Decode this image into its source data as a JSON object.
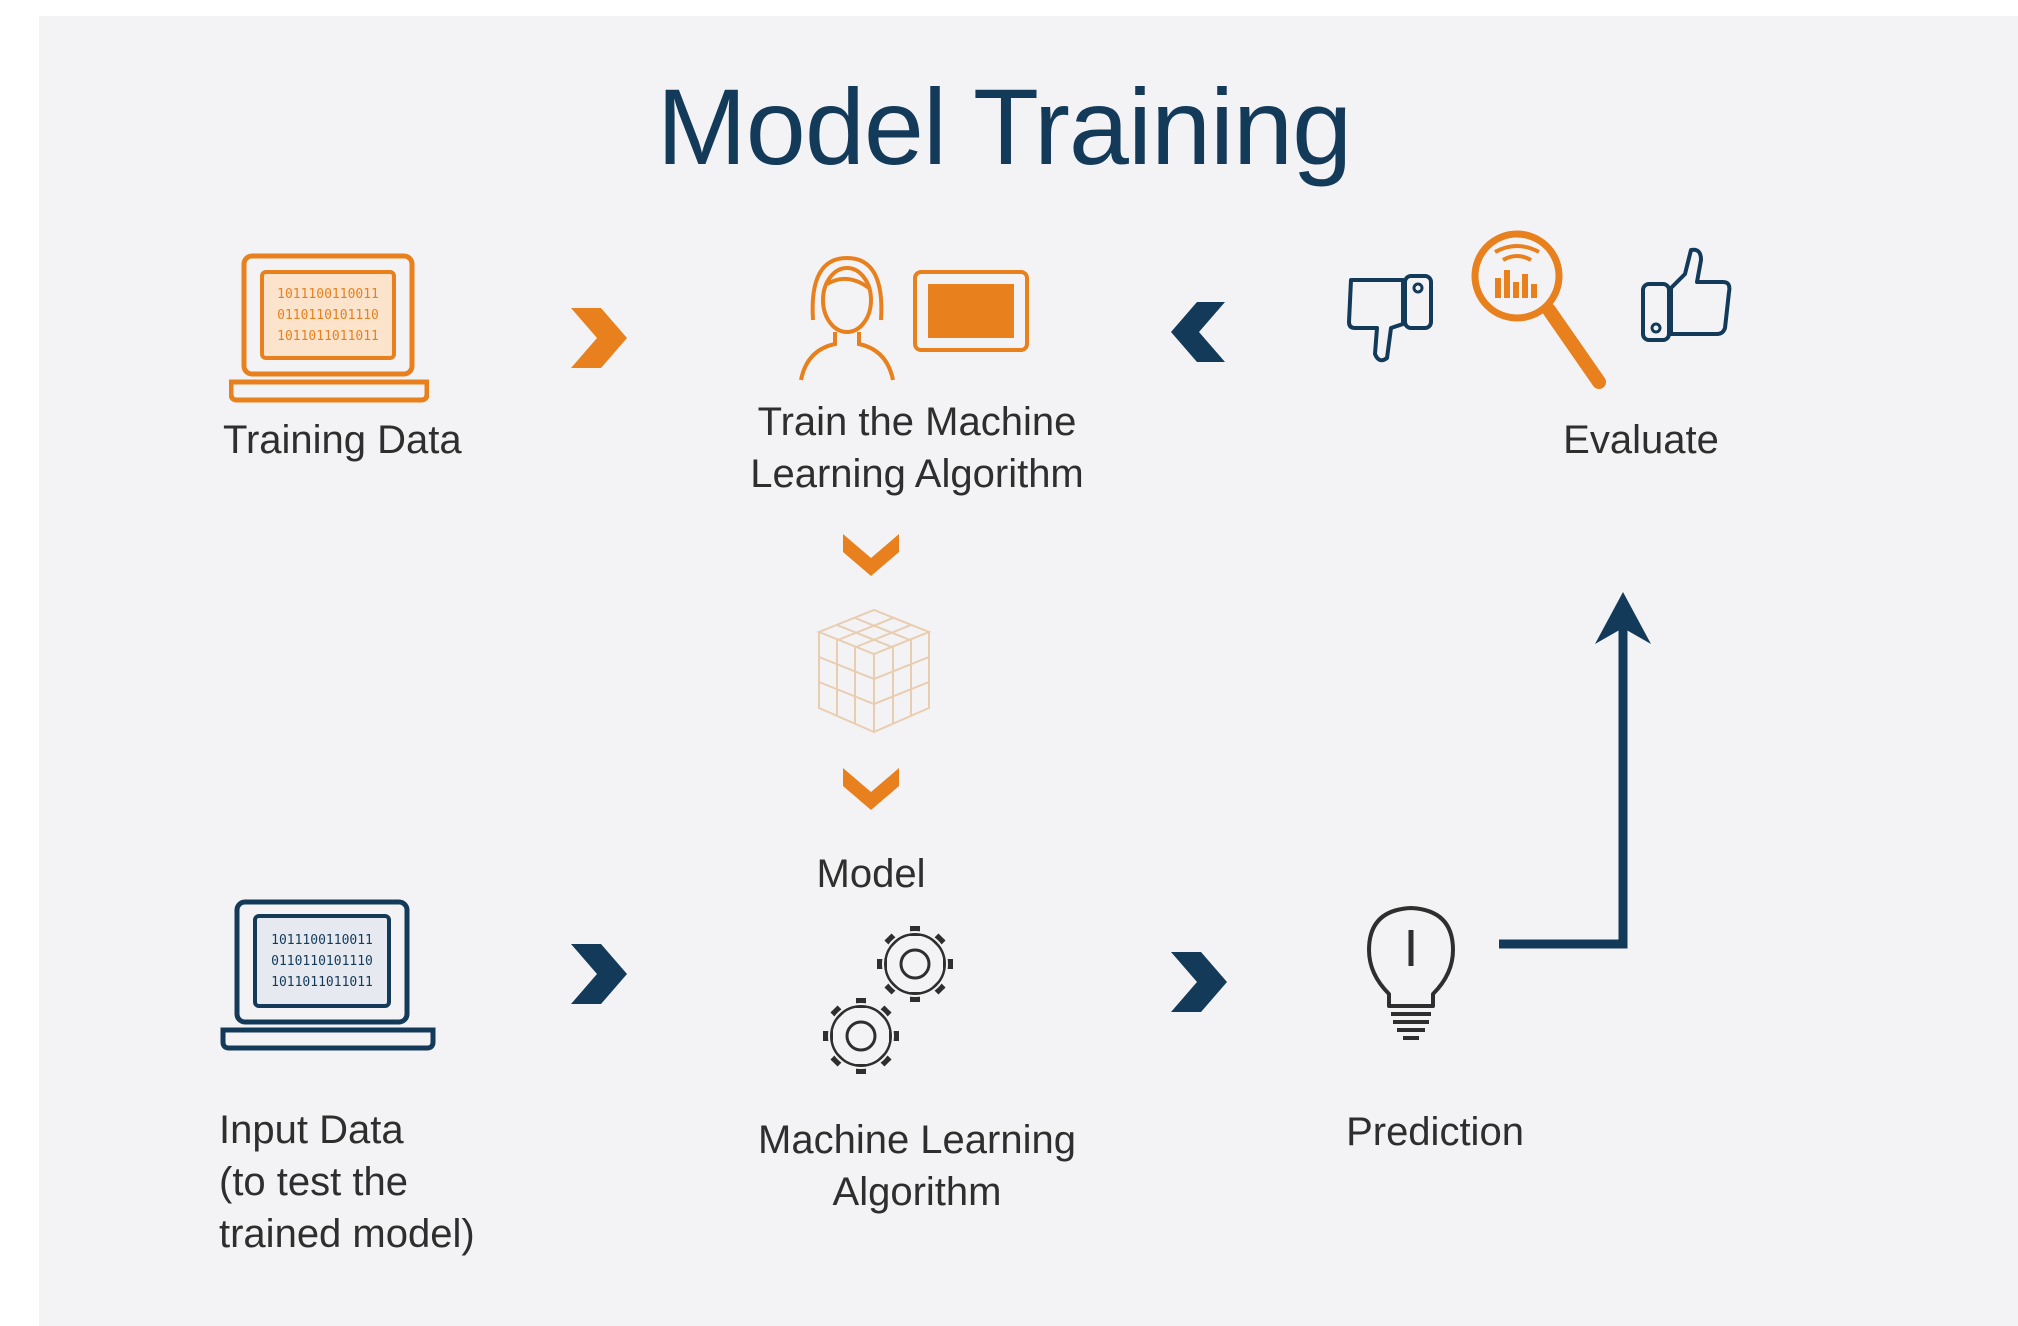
{
  "title": "Model Training",
  "nodes": {
    "training_data": {
      "label": "Training Data",
      "icon": "laptop-binary-icon"
    },
    "train_algorithm": {
      "label": "Train the Machine\nLearning Algorithm",
      "icon": "person-screen-icon"
    },
    "evaluate": {
      "label": "Evaluate",
      "icon": "magnifier-thumbs-icon"
    },
    "model": {
      "label": "Model",
      "icon": "cube-icon"
    },
    "input_data": {
      "label": "Input Data\n(to test the\ntrained model)",
      "icon": "laptop-binary-icon"
    },
    "ml_algorithm": {
      "label": "Machine Learning\nAlgorithm",
      "icon": "gears-icon"
    },
    "prediction": {
      "label": "Prediction",
      "icon": "lightbulb-icon"
    }
  },
  "binary_text": [
    "1011100110011",
    "0110110101110",
    "1011011011011"
  ],
  "colors": {
    "orange": "#e8801e",
    "navy": "#143a5a",
    "text": "#2e2e2e",
    "background": "#f3f3f5"
  }
}
